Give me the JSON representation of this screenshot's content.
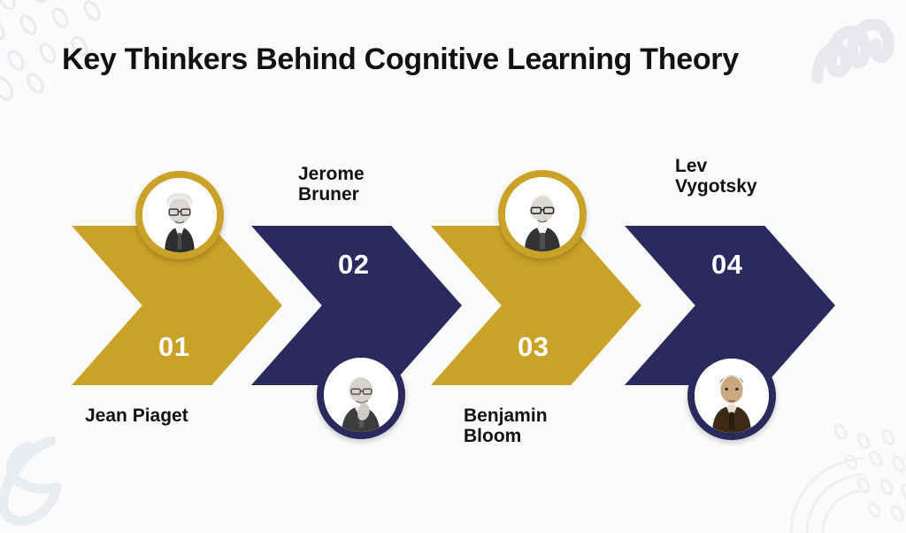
{
  "page": {
    "title": "Key Thinkers Behind Cognitive Learning Theory",
    "background_color": "#fbfbfc",
    "gold_color": "#c9a227",
    "navy_color": "#2a2a5e",
    "text_color": "#111114",
    "number_color": "#ffffff"
  },
  "decorations": [
    {
      "name": "ellipse-pattern-top-left",
      "position": "top-left"
    },
    {
      "name": "squiggle-top-right",
      "position": "top-right"
    },
    {
      "name": "cursive-e-bottom-left",
      "position": "bottom-left"
    },
    {
      "name": "arcs-dots-bottom-right",
      "position": "bottom-right"
    }
  ],
  "steps": [
    {
      "number": "01",
      "name": "Jean Piaget",
      "color": "gold",
      "number_position": "low",
      "avatar_position": "above",
      "label_position": "below",
      "avatar_name": "avatar-jean-piaget",
      "photo_tone": "black-and-white"
    },
    {
      "number": "02",
      "name": "Jerome\nBruner",
      "color": "navy",
      "number_position": "high",
      "avatar_position": "below",
      "label_position": "above",
      "avatar_name": "avatar-jerome-bruner",
      "photo_tone": "black-and-white"
    },
    {
      "number": "03",
      "name": "Benjamin\nBloom",
      "color": "gold",
      "number_position": "low",
      "avatar_position": "above",
      "label_position": "below",
      "avatar_name": "avatar-benjamin-bloom",
      "photo_tone": "black-and-white"
    },
    {
      "number": "04",
      "name": "Lev\nVygotsky",
      "color": "navy",
      "number_position": "high",
      "avatar_position": "below",
      "label_position": "above",
      "avatar_name": "avatar-lev-vygotsky",
      "photo_tone": "sepia"
    }
  ]
}
